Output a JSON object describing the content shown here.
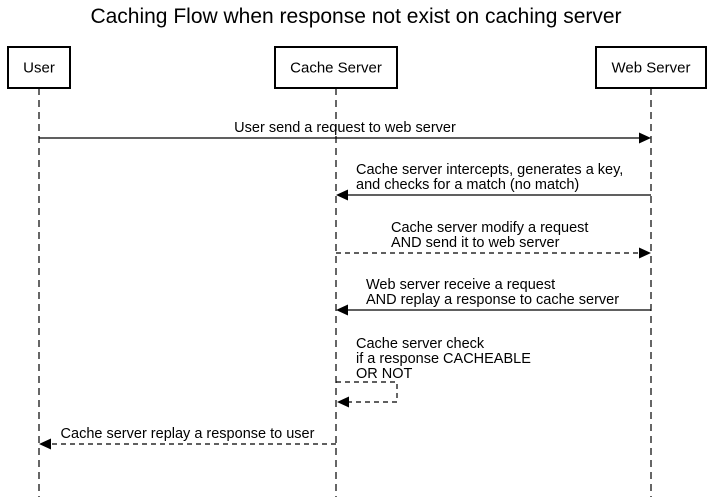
{
  "title": "Caching Flow when response not exist on caching server",
  "actors": [
    {
      "id": "user",
      "label": "User"
    },
    {
      "id": "cache",
      "label": "Cache Server"
    },
    {
      "id": "web",
      "label": "Web Server"
    }
  ],
  "messages": [
    {
      "from": "user",
      "to": "web",
      "style": "solid",
      "lines": [
        "User send a request to web server"
      ]
    },
    {
      "from": "web",
      "to": "cache",
      "style": "solid",
      "lines": [
        "Cache server intercepts, generates a key,",
        "and checks for a match (no match)"
      ]
    },
    {
      "from": "cache",
      "to": "web",
      "style": "dashed",
      "lines": [
        "Cache server modify a request",
        "AND send it to web server"
      ]
    },
    {
      "from": "web",
      "to": "cache",
      "style": "solid",
      "lines": [
        "Web server receive a request",
        "AND replay a response to cache server"
      ]
    },
    {
      "from": "cache",
      "to": "cache",
      "style": "dashed",
      "lines": [
        "Cache server check",
        "if a response CACHEABLE",
        "OR NOT"
      ]
    },
    {
      "from": "cache",
      "to": "user",
      "style": "dashed",
      "lines": [
        "Cache server replay a response to user"
      ]
    }
  ]
}
